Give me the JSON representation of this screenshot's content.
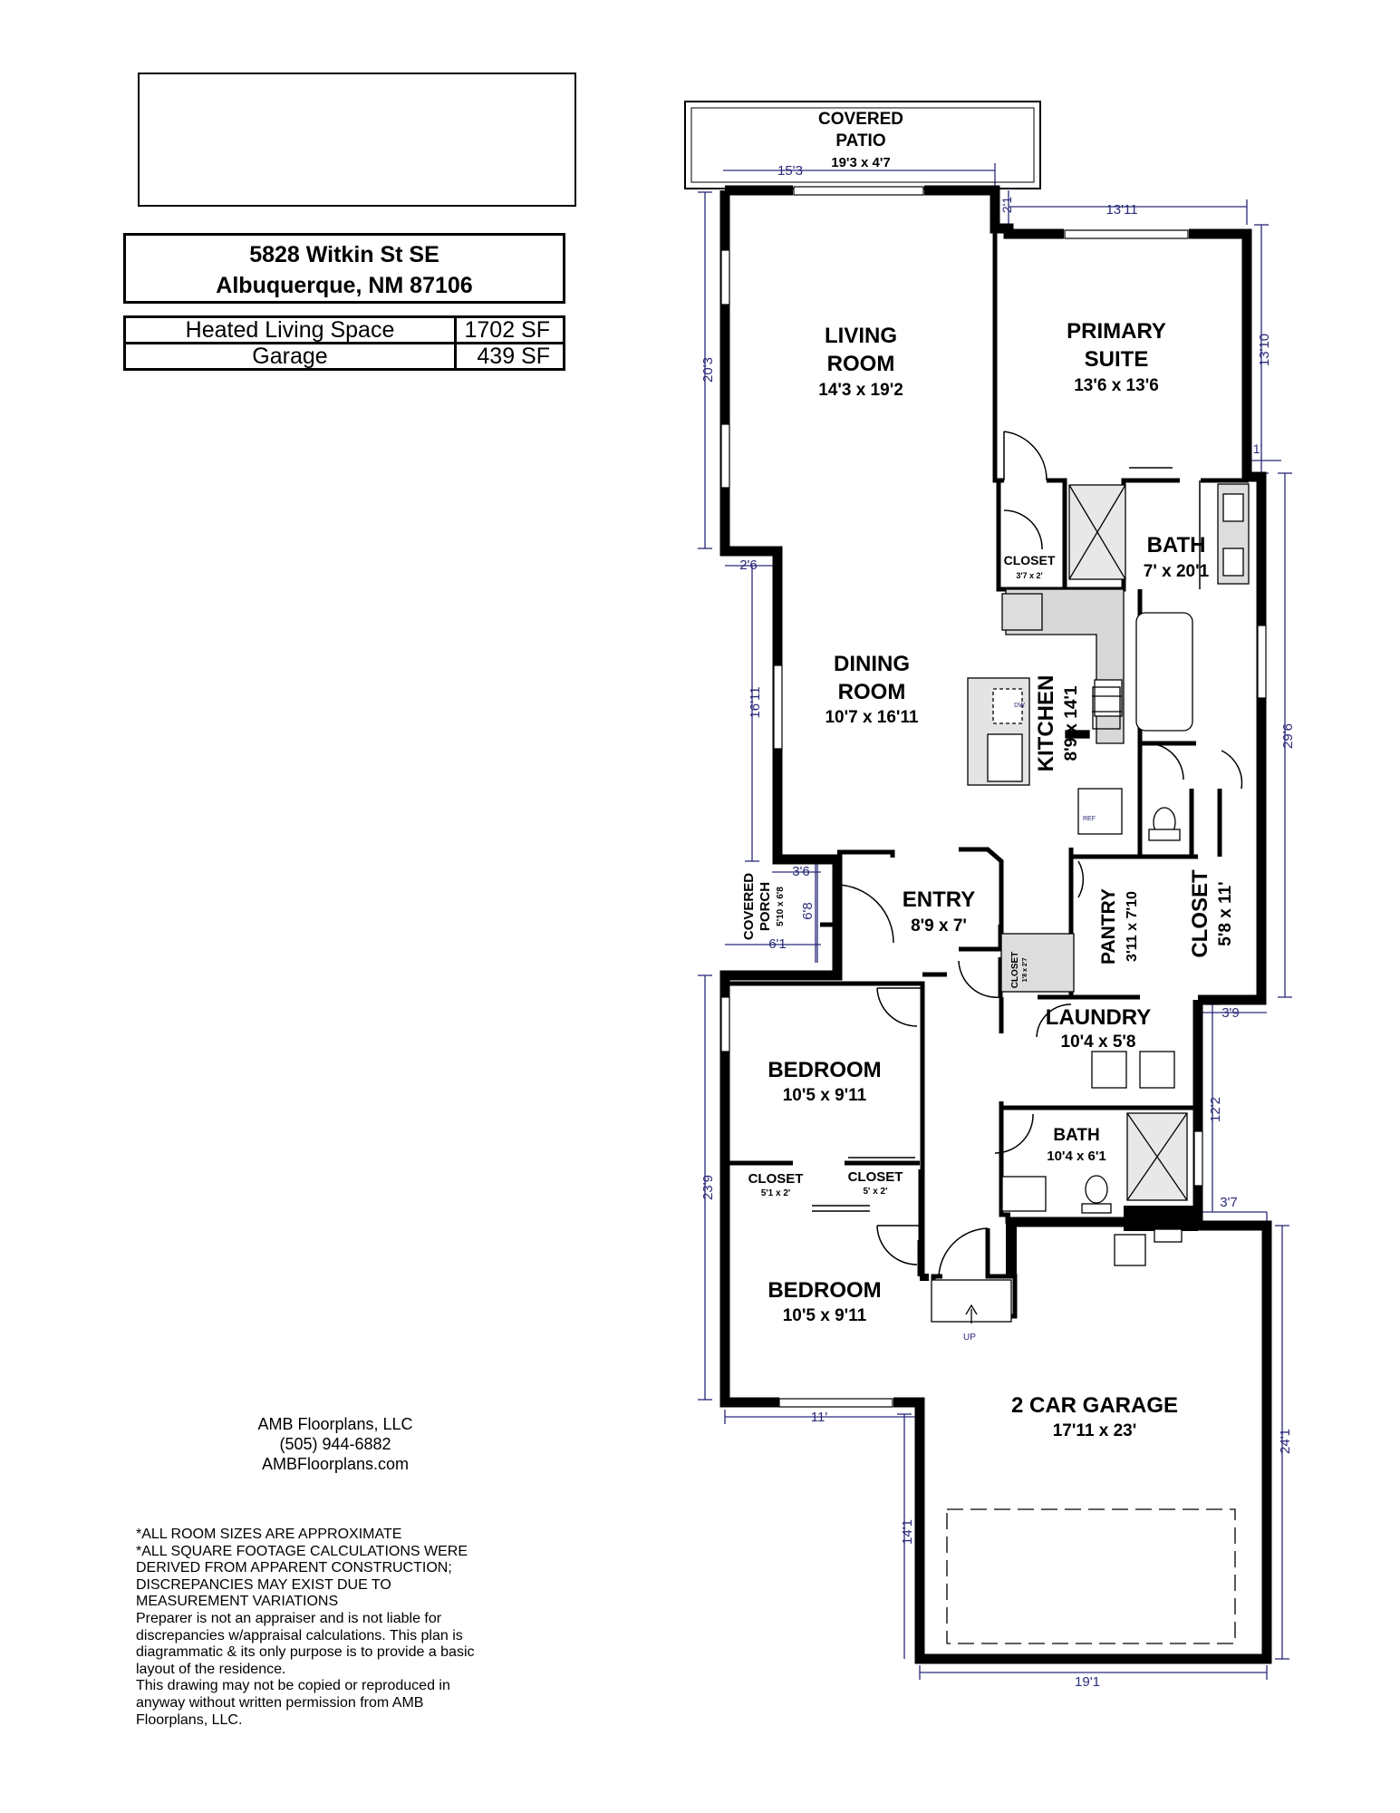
{
  "header": {
    "logo_box": "",
    "address_line1": "5828 Witkin St SE",
    "address_line2": "Albuquerque, NM 87106"
  },
  "area_table": [
    {
      "label": "Heated Living Space",
      "value": "1702 SF"
    },
    {
      "label": "Garage",
      "value": "439 SF"
    }
  ],
  "rooms": {
    "covered_patio": {
      "name1": "COVERED",
      "name2": "PATIO",
      "size": "19'3 x 4'7"
    },
    "living_room": {
      "name1": "LIVING",
      "name2": "ROOM",
      "size": "14'3 x 19'2"
    },
    "primary_suite": {
      "name1": "PRIMARY",
      "name2": "SUITE",
      "size": "13'6 x 13'6"
    },
    "primary_bath": {
      "name1": "BATH",
      "size": "7' x 20'1"
    },
    "primary_closet": {
      "name1": "CLOSET",
      "size": "3'7 x 2'"
    },
    "dining_room": {
      "name1": "DINING",
      "name2": "ROOM",
      "size": "10'7 x 16'11"
    },
    "kitchen": {
      "name1": "KITCHEN",
      "size": "8'9 x 14'1"
    },
    "covered_porch": {
      "name1": "COVERED",
      "name2": "PORCH",
      "size": "5'10 x 6'8"
    },
    "entry": {
      "name1": "ENTRY",
      "size": "8'9 x 7'"
    },
    "entry_closet": {
      "name1": "CLOSET",
      "size": "1'8 x 2'7"
    },
    "pantry": {
      "name1": "PANTRY",
      "size": "3'11 x 7'10"
    },
    "big_closet": {
      "name1": "CLOSET",
      "size": "5'8 x 11'"
    },
    "laundry": {
      "name1": "LAUNDRY",
      "size": "10'4 x 5'8"
    },
    "bedroom_1": {
      "name1": "BEDROOM",
      "size": "10'5 x 9'11"
    },
    "closet_a": {
      "name1": "CLOSET",
      "size": "5'1 x 2'"
    },
    "closet_b": {
      "name1": "CLOSET",
      "size": "5' x 2'"
    },
    "bath_2": {
      "name1": "BATH",
      "size": "10'4 x 6'1"
    },
    "bedroom_2": {
      "name1": "BEDROOM",
      "size": "10'5 x 9'11"
    },
    "garage": {
      "name1": "2 CAR GARAGE",
      "size": "17'11 x 23'"
    }
  },
  "fixture_labels": {
    "dw": "DW",
    "ref": "REF",
    "up": "UP"
  },
  "dimensions": {
    "d_15_3": "15'3",
    "d_2_1": "2'1",
    "d_13_11": "13'11",
    "d_13_10": "13'10",
    "d_20_3": "20'3",
    "d_1": "1'",
    "d_2_6": "2'6",
    "d_16_11": "16'11",
    "d_29_6": "29'6",
    "d_3_6": "3'6",
    "d_6_8": "6'8",
    "d_6_1": "6'1",
    "d_3_9": "3'9",
    "d_12_2": "12'2",
    "d_3_7": "3'7",
    "d_23_9": "23'9",
    "d_11": "11'",
    "d_24_1": "24'1",
    "d_14_1": "14'1",
    "d_19_1": "19'1"
  },
  "contact": {
    "company": "AMB Floorplans, LLC",
    "phone": "(505) 944-6882",
    "website": "AMBFloorplans.com"
  },
  "notes": [
    "*ALL ROOM SIZES ARE APPROXIMATE",
    "*ALL SQUARE FOOTAGE CALCULATIONS WERE\nDERIVED FROM APPARENT CONSTRUCTION;\nDISCREPANCIES MAY EXIST DUE TO\nMEASUREMENT VARIATIONS",
    "Preparer is not an appraiser and is not liable for\ndiscrepancies w/appraisal calculations.  This plan is\ndiagrammatic & its only purpose is to provide a basic\nlayout of the residence.",
    "This drawing may not be copied or reproduced in\nanyway without written permission from AMB\nFloorplans, LLC."
  ]
}
